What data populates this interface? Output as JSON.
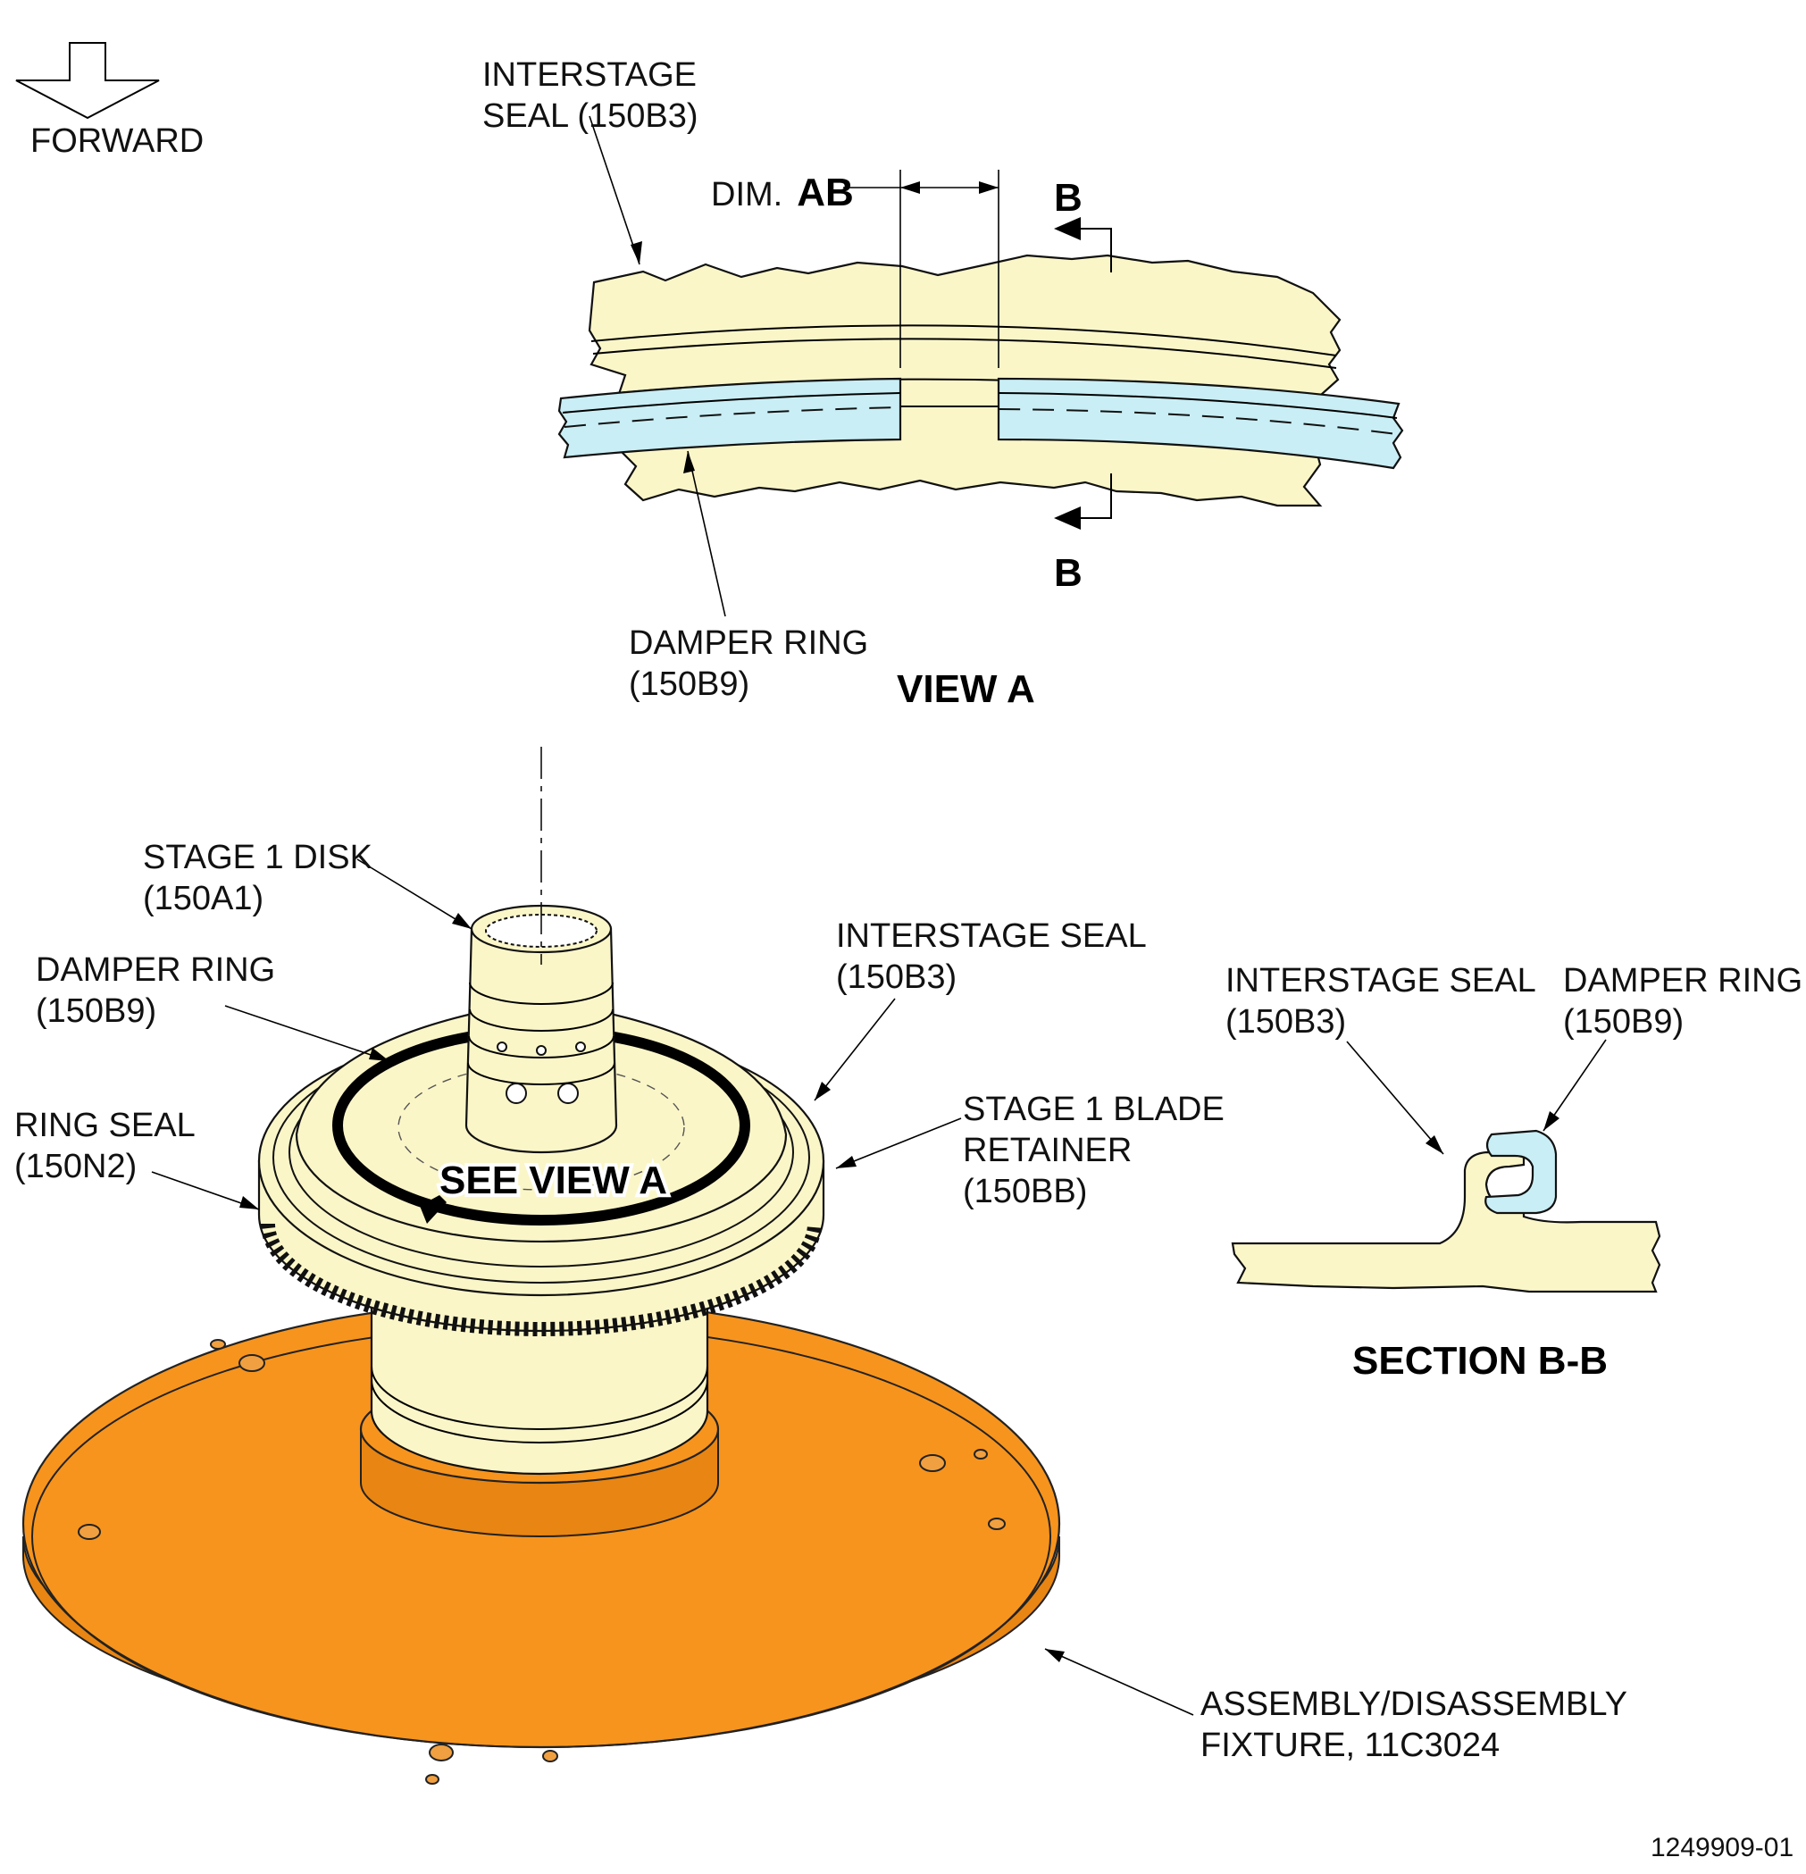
{
  "forward": {
    "label": "FORWARD"
  },
  "view_a": {
    "title": "VIEW A",
    "dim_prefix": "DIM.",
    "dim_code": "AB",
    "interstage_seal": [
      "INTERSTAGE",
      "SEAL (150B3)"
    ],
    "damper_ring": [
      "DAMPER RING",
      "(150B9)"
    ],
    "section_mark": "B"
  },
  "main_view": {
    "stage1_disk": [
      "STAGE 1 DISK",
      "(150A1)"
    ],
    "interstage_seal": [
      "INTERSTAGE SEAL",
      "(150B3)"
    ],
    "damper_ring": [
      "DAMPER RING",
      "(150B9)"
    ],
    "ring_seal": [
      "RING SEAL",
      "(150N2)"
    ],
    "blade_retainer": [
      "STAGE 1 BLADE",
      "RETAINER",
      "(150BB)"
    ],
    "see_view": "SEE VIEW A",
    "fixture": [
      "ASSEMBLY/DISASSEMBLY",
      "FIXTURE, 11C3024"
    ]
  },
  "section_bb": {
    "title": "SECTION B-B",
    "interstage_seal": [
      "INTERSTAGE SEAL",
      "(150B3)"
    ],
    "damper_ring": [
      "DAMPER RING",
      "(150B9)"
    ]
  },
  "figure_number": "1249909-01",
  "colors": {
    "part": "#fbf6c8",
    "damper_ring": "#c9eef5",
    "fixture": "#f7941d"
  }
}
